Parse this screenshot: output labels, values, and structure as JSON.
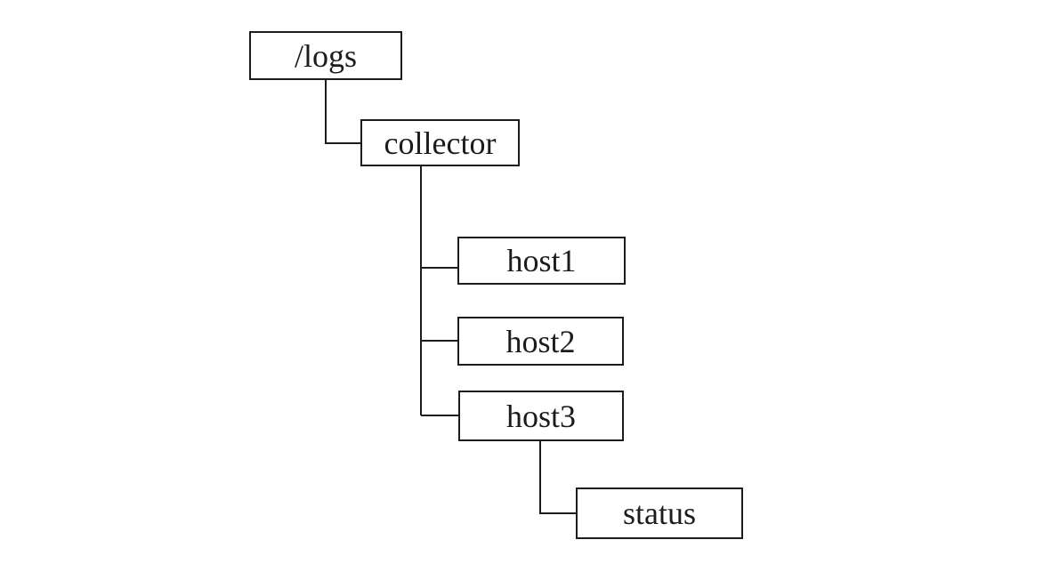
{
  "diagram": {
    "type": "directory-tree",
    "background_color": "#ffffff",
    "line_color": "#1c1c1c",
    "nodes": {
      "logs": {
        "label": "/logs"
      },
      "collector": {
        "label": "collector"
      },
      "host1": {
        "label": "host1"
      },
      "host2": {
        "label": "host2"
      },
      "host3": {
        "label": "host3"
      },
      "status": {
        "label": "status"
      }
    },
    "edges": [
      {
        "from": "logs",
        "to": "collector"
      },
      {
        "from": "collector",
        "to": "host1"
      },
      {
        "from": "collector",
        "to": "host2"
      },
      {
        "from": "collector",
        "to": "host3"
      },
      {
        "from": "host3",
        "to": "status"
      }
    ]
  }
}
